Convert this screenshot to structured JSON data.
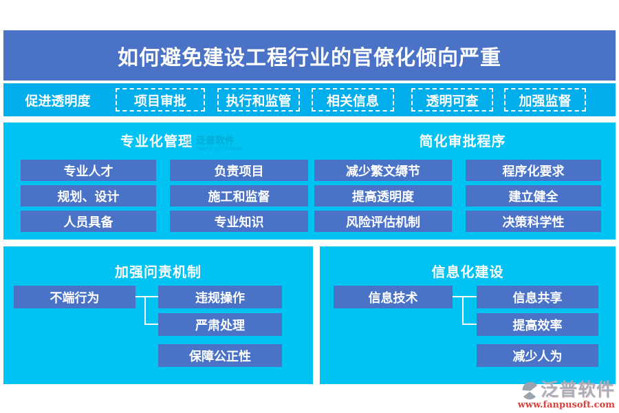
{
  "page": {
    "title": "如何避免建设工程行业的官僚化倾向严重"
  },
  "topbar": {
    "label": "促进透明度",
    "items": [
      "项目审批",
      "执行和监管",
      "相关信息",
      "透明可查",
      "加强监督"
    ]
  },
  "sections": {
    "management": {
      "title": "专业化管理",
      "col1": [
        "专业人才",
        "规划、设计",
        "人员具备"
      ],
      "col2": [
        "负责项目",
        "施工和监督",
        "专业知识"
      ]
    },
    "approval": {
      "title": "简化审批程序",
      "col1": [
        "减少繁文缛节",
        "提高透明度",
        "风险评估机制"
      ],
      "col2": [
        "程序化要求",
        "建立健全",
        "决策科学性"
      ]
    },
    "accountability": {
      "title": "加强问责机制",
      "root": "不端行为",
      "children": [
        "违规操作",
        "严肃处理",
        "保障公正性"
      ]
    },
    "informatization": {
      "title": "信息化建设",
      "root": "信息技术",
      "children": [
        "信息共享",
        "提高效率",
        "减少人为"
      ]
    }
  },
  "watermark": {
    "name": "泛普软件",
    "sub": "FANPU SOFTWARE"
  },
  "footer": {
    "brand": "泛普软件",
    "url": "www.fanpusoft.com"
  },
  "colors": {
    "banner_blue": "#4a73c8",
    "topbar_cyan": "#00aeec",
    "panel_cyan": "#00c3f4",
    "button_blue": "#4a72c6",
    "text_white": "#ffffff",
    "brand_red": "#d9413d",
    "brand_gray": "#a8adb8"
  }
}
